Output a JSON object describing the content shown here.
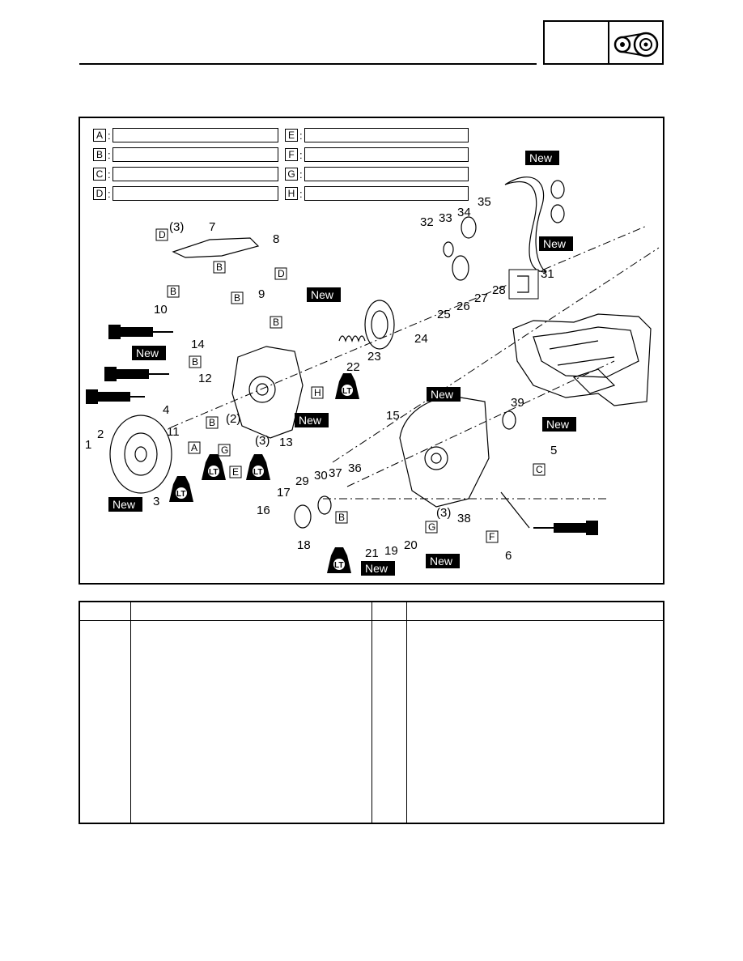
{
  "header": {
    "icon_name": "drive-belt-pulley-icon"
  },
  "key_letters": [
    "A",
    "B",
    "C",
    "D",
    "E",
    "F",
    "G",
    "H"
  ],
  "new_label": "New",
  "lt_label": "LT",
  "part_numbers": [
    "1",
    "2",
    "3",
    "4",
    "5",
    "6",
    "7",
    "8",
    "9",
    "10",
    "11",
    "12",
    "13",
    "14",
    "15",
    "16",
    "17",
    "18",
    "19",
    "20",
    "21",
    "22",
    "23",
    "24",
    "25",
    "26",
    "27",
    "28",
    "29",
    "30",
    "31",
    "32",
    "33",
    "34",
    "35",
    "36",
    "37",
    "38",
    "39"
  ],
  "quantity_labels": {
    "three": "(3)",
    "two": "(2)"
  }
}
